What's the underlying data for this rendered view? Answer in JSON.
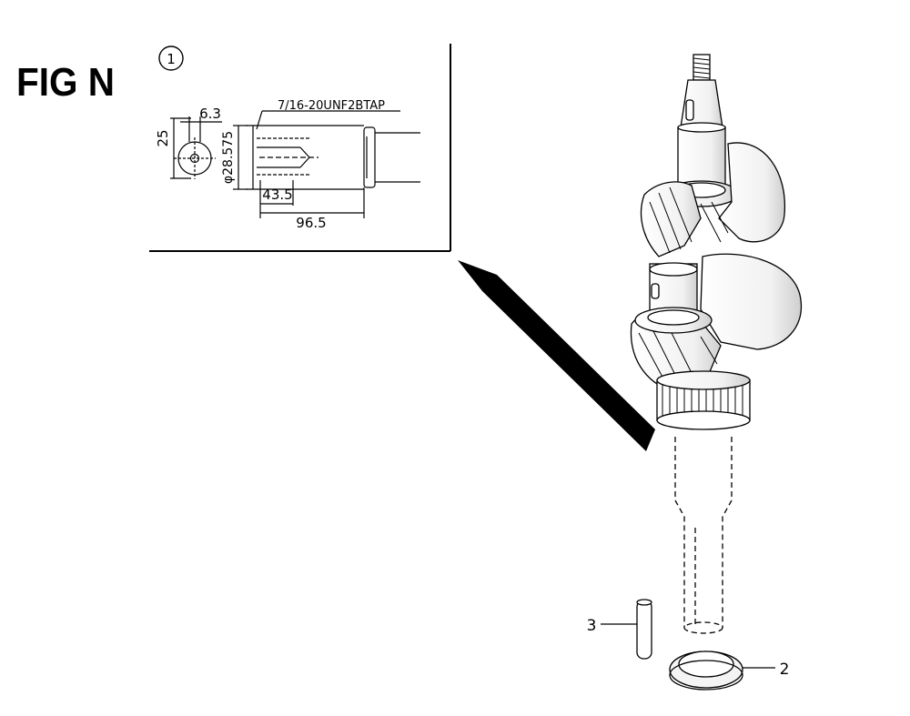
{
  "figure": {
    "title": "FIG N",
    "detail_ref": "1",
    "thread_spec": "7/16-20UNF2BTAP",
    "dims": {
      "height": "25",
      "keyway": "6.3",
      "diameter": "φ28.575",
      "len_short": "43.5",
      "len_long": "96.5"
    },
    "callouts": [
      "3",
      "2"
    ]
  }
}
